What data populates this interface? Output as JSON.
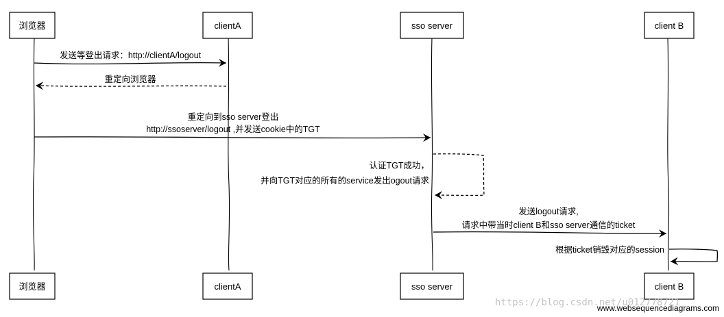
{
  "participants": [
    {
      "id": "browser",
      "label": "浏览器"
    },
    {
      "id": "clientA",
      "label": "clientA"
    },
    {
      "id": "sso",
      "label": "sso server"
    },
    {
      "id": "clientB",
      "label": "client B"
    }
  ],
  "messages": [
    {
      "from": "browser",
      "to": "clientA",
      "style": "solid",
      "lines": [
        "发送等登出请求：http://clientA/logout"
      ]
    },
    {
      "from": "clientA",
      "to": "browser",
      "style": "dashed",
      "lines": [
        "重定向浏览器"
      ]
    },
    {
      "from": "browser",
      "to": "sso",
      "style": "solid",
      "lines": [
        "重定向到sso server登出",
        "http://ssoserver/logout ,并发送cookie中的TGT"
      ]
    },
    {
      "from": "sso",
      "to": "sso",
      "style": "dashed",
      "lines": [
        "认证TGT成功，",
        "并向TGT对应的所有的service发出ogout请求"
      ]
    },
    {
      "from": "sso",
      "to": "clientB",
      "style": "solid",
      "lines": [
        "发送logout请求,",
        "请求中带当时client B和sso server通信的ticket"
      ]
    },
    {
      "from": "clientB",
      "to": "clientB",
      "style": "solid",
      "lines": [
        "根据ticket销毁对应的session"
      ]
    }
  ],
  "footer": "www.websequencediagrams.com",
  "watermark": "https://blog.csdn.net/u012778721"
}
